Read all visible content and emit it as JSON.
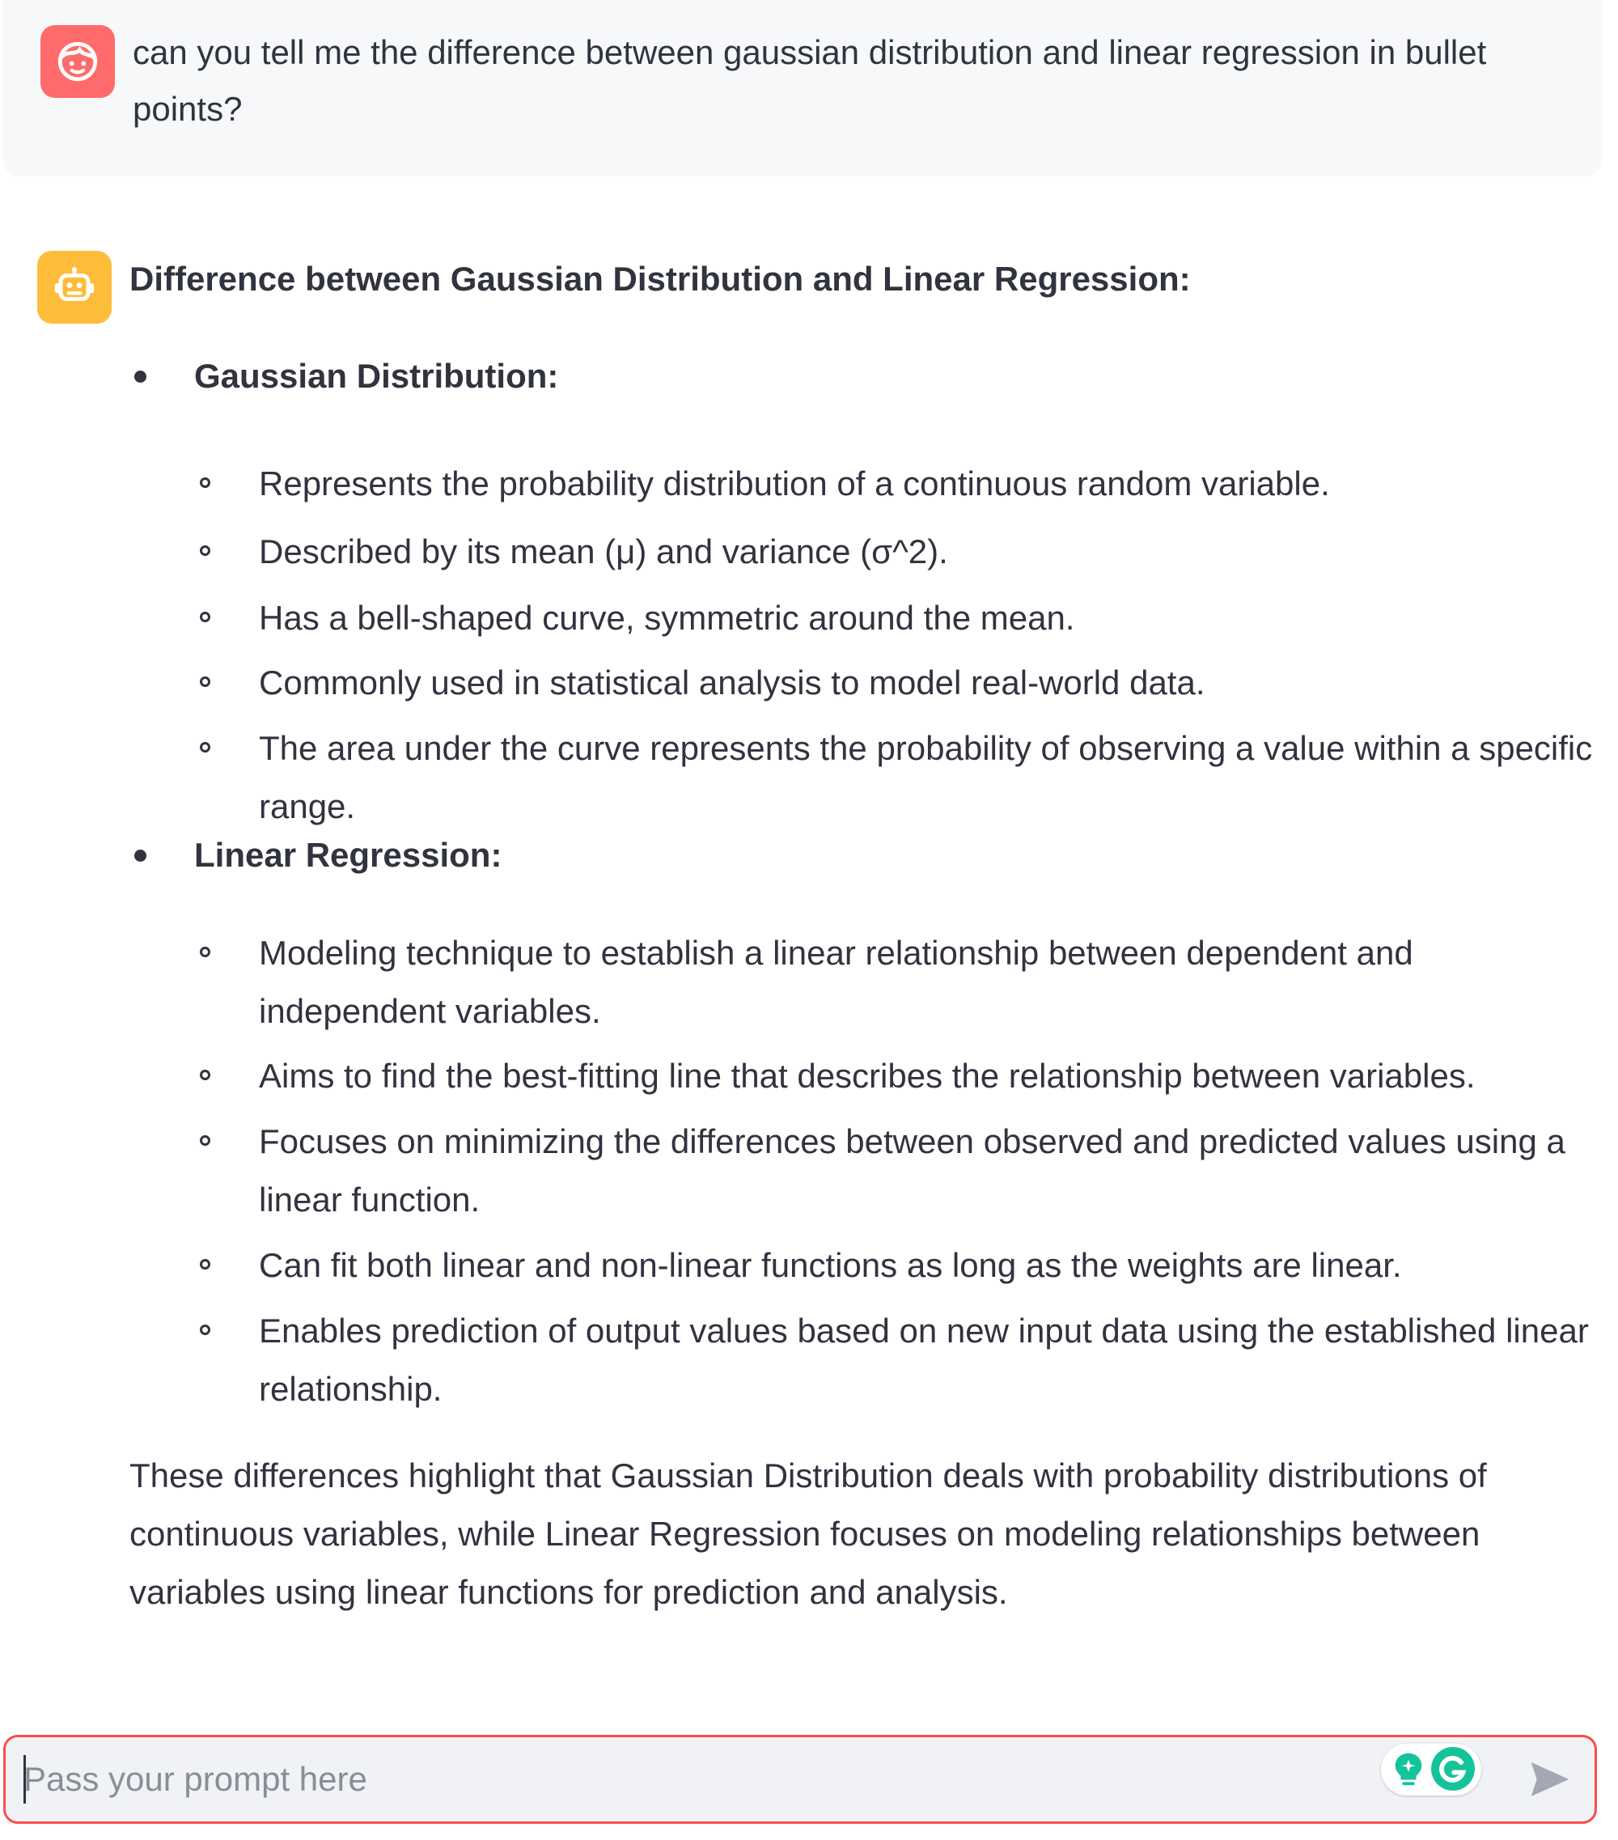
{
  "chat": {
    "user_message": "can you tell me the difference between gaussian distribution and linear regression in bullet points?",
    "assistant": {
      "title": "Difference between Gaussian Distribution and Linear Regression:",
      "sections": [
        {
          "heading": "Gaussian Distribution:",
          "items": [
            "Represents the probability distribution of a continuous random variable.",
            "Described by its mean (μ) and variance (σ^2).",
            "Has a bell-shaped curve, symmetric around the mean.",
            "Commonly used in statistical analysis to model real-world data.",
            "The area under the curve represents the probability of observing a value within a specific range."
          ]
        },
        {
          "heading": "Linear Regression:",
          "items": [
            "Modeling technique to establish a linear relationship between dependent and independent variables.",
            "Aims to find the best-fitting line that describes the relationship between variables.",
            "Focuses on minimizing the differences between observed and predicted values using a linear function.",
            "Can fit both linear and non-linear functions as long as the weights are linear.",
            "Enables prediction of output values based on new input data using the established linear relationship."
          ]
        }
      ],
      "summary": "These differences highlight that Gaussian Distribution deals with probability distributions of continuous variables, while Linear Regression focuses on modeling relationships between variables using linear functions for prediction and analysis."
    }
  },
  "input": {
    "placeholder": "Pass your prompt here",
    "value": ""
  },
  "icons": {
    "user_avatar": "user-face-icon",
    "assistant_avatar": "robot-icon",
    "extension_1": "lightbulb-icon",
    "extension_2": "grammarly-icon",
    "send": "send-arrow-icon"
  },
  "colors": {
    "user_avatar_bg": "#ff6b6b",
    "assistant_avatar_bg": "#fdbd3a",
    "input_border": "#ff4b4b",
    "grammarly": "#15c39a",
    "bulb": "#15c39a"
  }
}
